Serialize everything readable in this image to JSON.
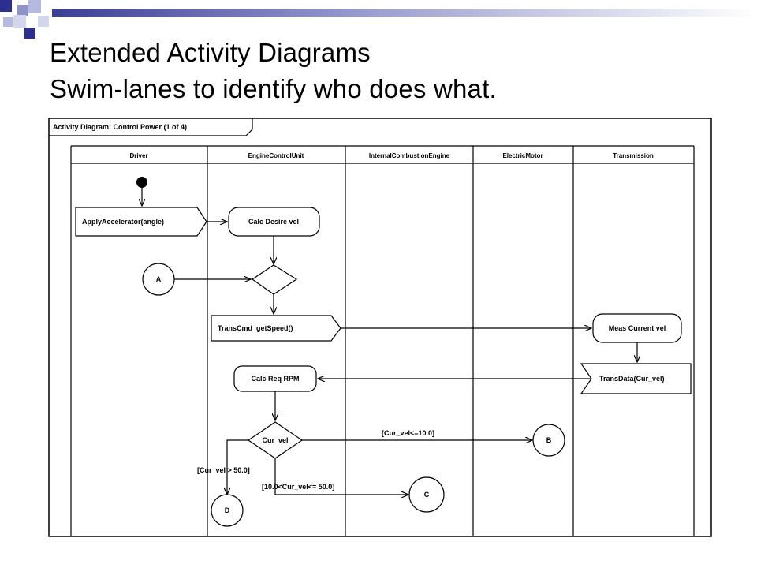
{
  "slide": {
    "title_line1": "Extended Activity Diagrams",
    "title_line2": "Swim-lanes to identify who does what."
  },
  "diagram": {
    "frame_label": "Activity Diagram: Control Power (1 of 4)",
    "lanes": [
      "Driver",
      "EngineControlUnit",
      "InternalCombustionEngine",
      "ElectricMotor",
      "Transmission"
    ],
    "nodes": {
      "apply_accelerator": "ApplyAccelerator(angle)",
      "calc_desire_vel": "Calc Desire vel",
      "connector_a": "A",
      "trans_cmd": "TransCmd_getSpeed()",
      "meas_current_vel": "Meas Current vel",
      "trans_data": "TransData(Cur_vel)",
      "calc_req_rpm": "Calc Req RPM",
      "cur_vel_decision": "Cur_vel",
      "connector_b": "B",
      "connector_c": "C",
      "connector_d": "D"
    },
    "guards": {
      "to_b": "[Cur_vel<=10.0]",
      "to_d": "[Cur_vel > 50.0]",
      "to_c": "[10.0<Cur_vel<= 50.0]"
    }
  }
}
